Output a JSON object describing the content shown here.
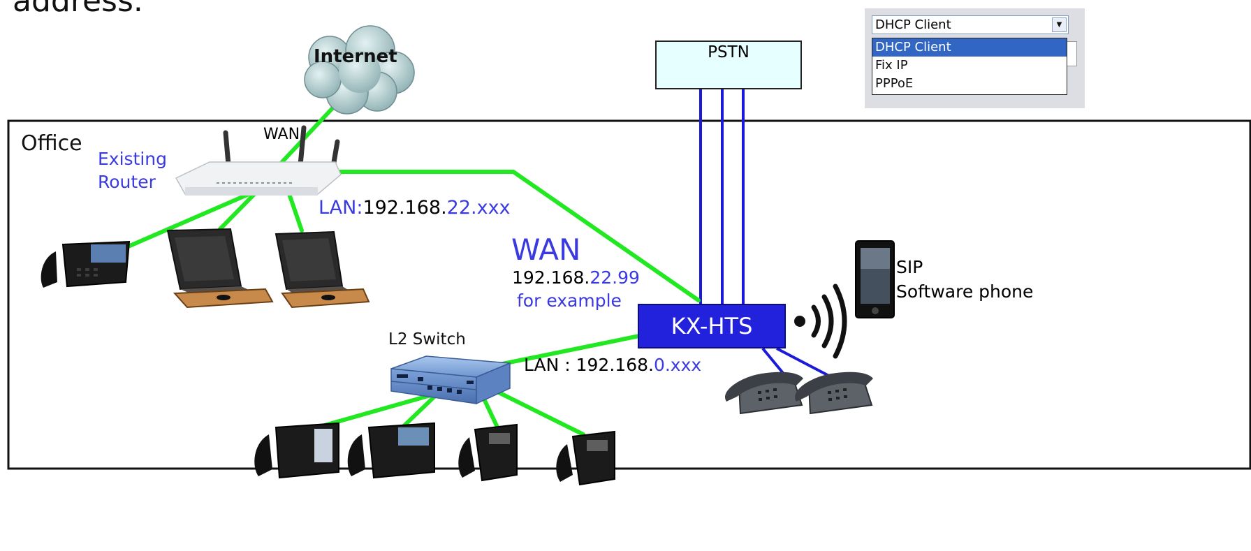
{
  "heading_fragment": "address.",
  "office_label": "Office",
  "internet_label": "Internet",
  "pstn_label": "PSTN",
  "router": {
    "line1": "Existing",
    "line2": "Router",
    "wan_label": "WAN"
  },
  "router_lan": {
    "prefix": "LAN:",
    "ip_main": "192.168.",
    "ip_blue": "22.xxx"
  },
  "hts_wan": {
    "title": "WAN",
    "ip_main": "192.168.",
    "ip_blue": "22.99",
    "note": "for example"
  },
  "hts_lan": {
    "prefix": "LAN : 192.168.",
    "ip_blue": "0.xxx"
  },
  "kx_label": "KX-HTS",
  "switch_label": "L2 Switch",
  "sip": {
    "line1": "SIP",
    "line2": "Software phone"
  },
  "wan_mode_dropdown": {
    "selected": "DHCP Client",
    "options": [
      "DHCP Client",
      "Fix IP",
      "PPPoE"
    ]
  },
  "colors": {
    "lan_line": "#22e822",
    "pstn_line": "#1a1ad8",
    "accent_text": "#3a3ae0",
    "hts_box": "#2222dd",
    "pstn_box": "#e6ffff"
  }
}
